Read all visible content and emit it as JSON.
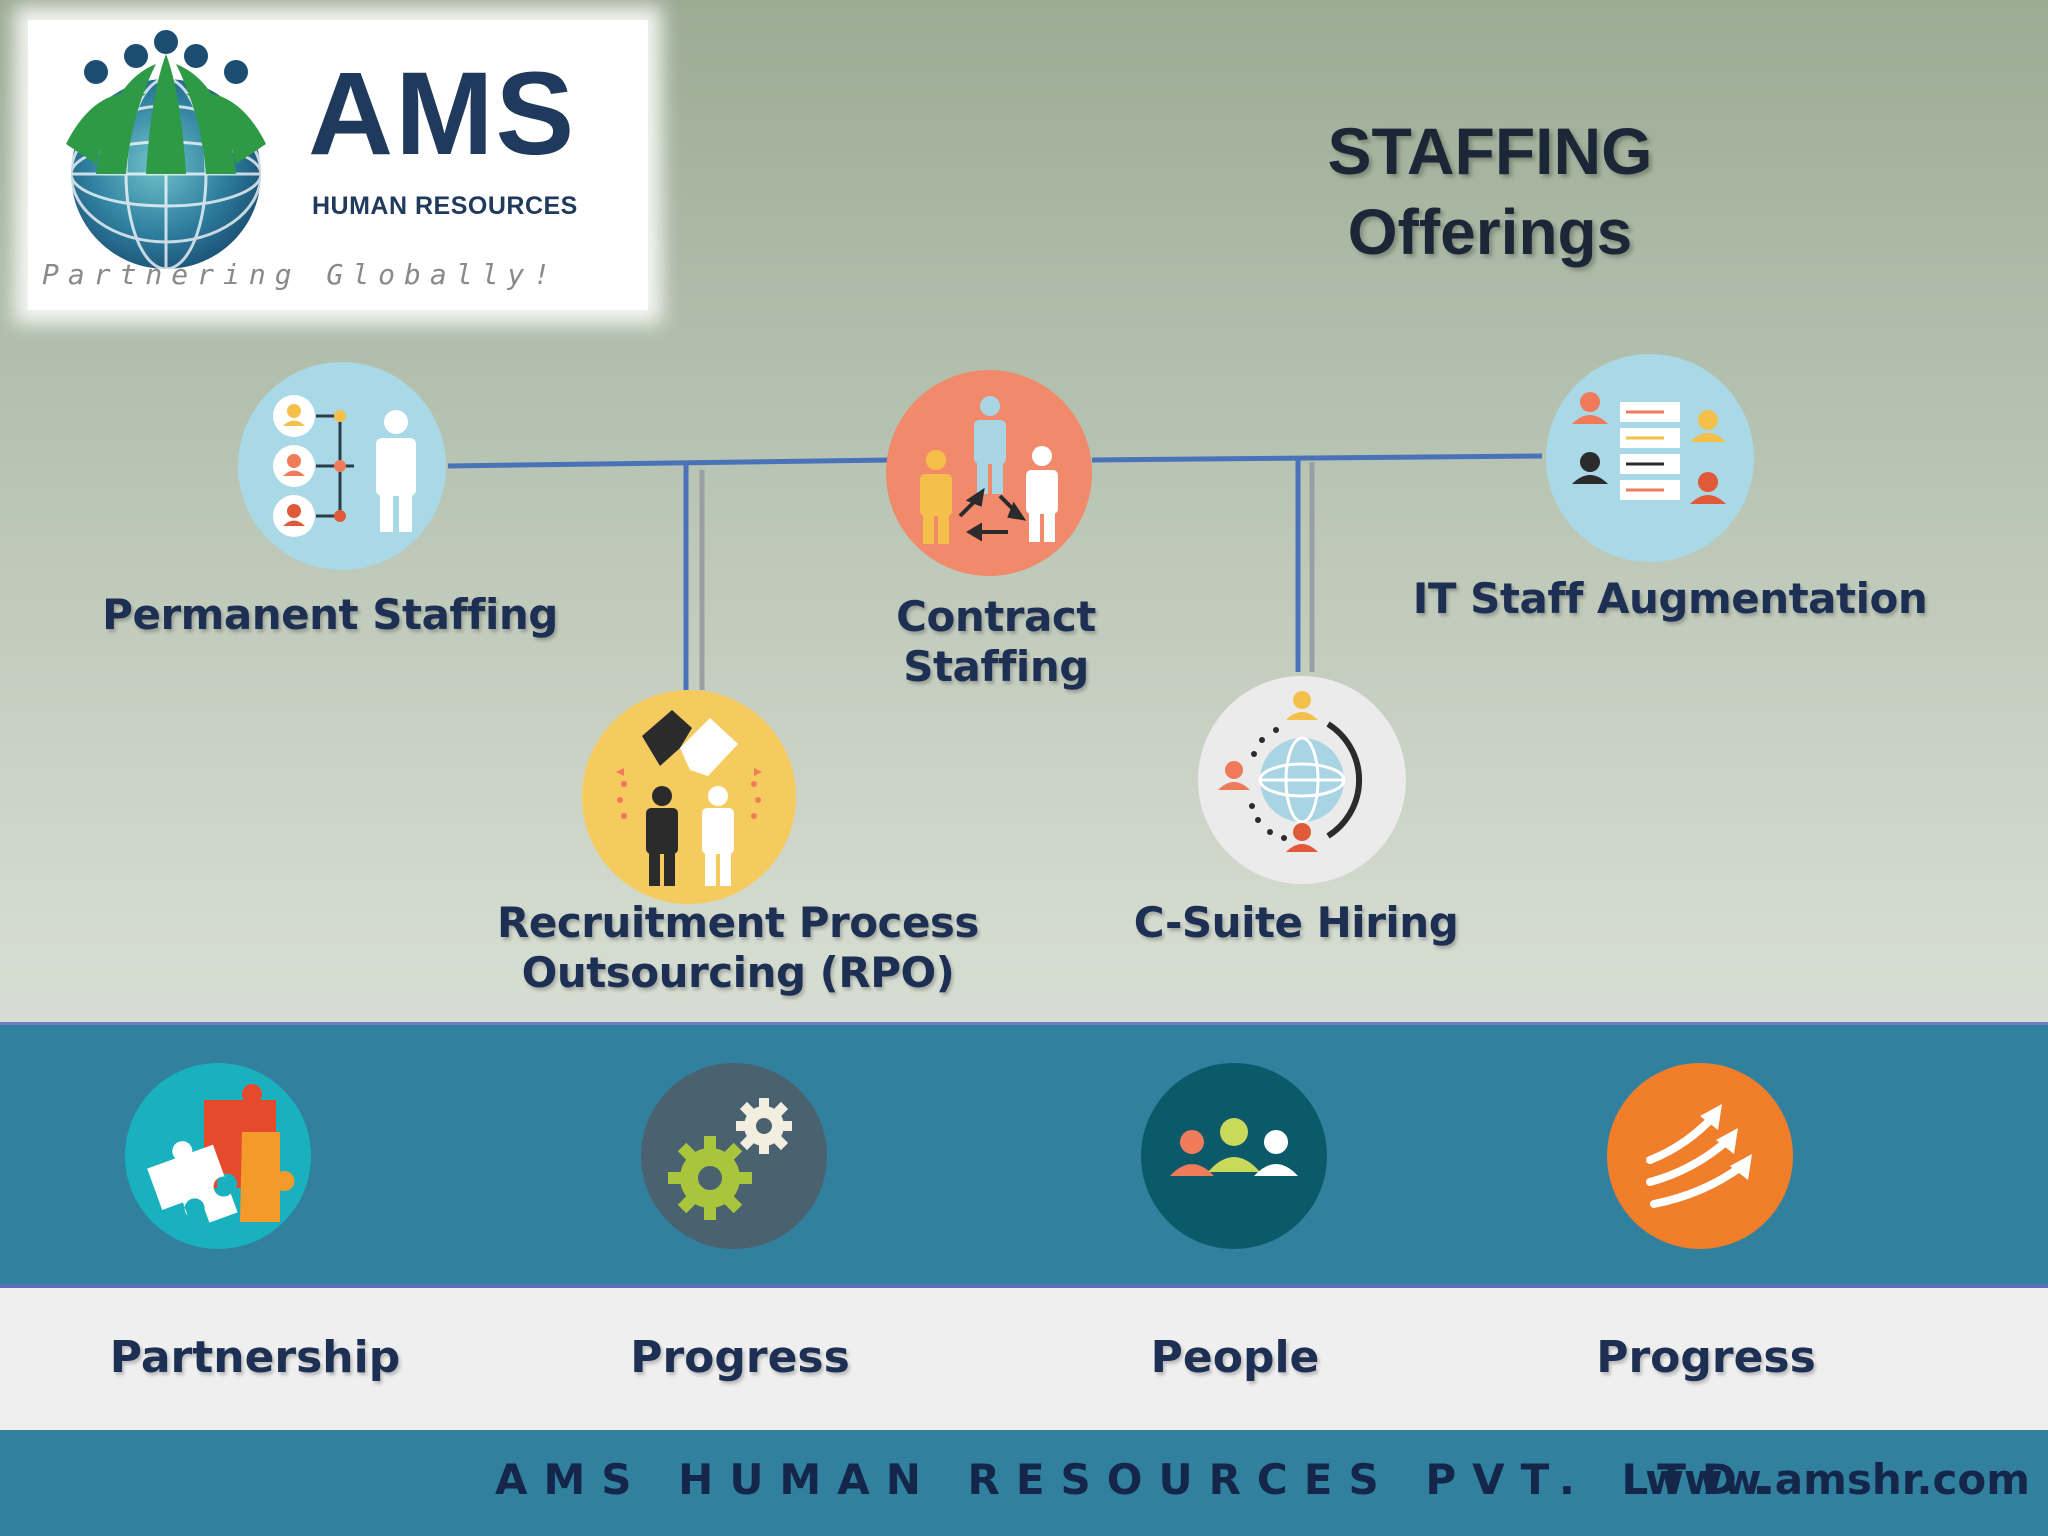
{
  "logo": {
    "name": "AMS",
    "subtitle": "HUMAN RESOURCES",
    "tagline": "Partnering Globally!"
  },
  "title": {
    "line1": "STAFFING",
    "line2": "Offerings"
  },
  "offerings": [
    {
      "label_lines": [
        "Permanent Staffing"
      ],
      "icon": "org-hierarchy-icon",
      "color": "#a9d8e6"
    },
    {
      "label_lines": [
        "Recruitment Process",
        "Outsourcing (RPO)"
      ],
      "icon": "handshake-icon",
      "color": "#f5cb60"
    },
    {
      "label_lines": [
        "Contract",
        "Staffing"
      ],
      "icon": "team-cycle-icon",
      "color": "#f08a6b"
    },
    {
      "label_lines": [
        "C-Suite Hiring"
      ],
      "icon": "globe-network-icon",
      "color": "#e8e8e8"
    },
    {
      "label_lines": [
        "IT Staff Augmentation"
      ],
      "icon": "staff-list-icon",
      "color": "#a9d8e6"
    }
  ],
  "values": [
    {
      "label": "Partnership",
      "icon": "puzzle-icon",
      "color": "#1ab1bf"
    },
    {
      "label": "Progress",
      "icon": "gears-icon",
      "color": "#4a6270"
    },
    {
      "label": "People",
      "icon": "group-icon",
      "color": "#0c5969"
    },
    {
      "label": "Progress",
      "icon": "growth-arrows-icon",
      "color": "#f07e2a"
    }
  ],
  "footer": {
    "company": "AMS HUMAN RESOURCES  PVT. LTD.",
    "website": "www.amshr.com"
  },
  "colors": {
    "connector": "#4a72b8",
    "band": "#31809d",
    "text": "#1d2f52"
  }
}
